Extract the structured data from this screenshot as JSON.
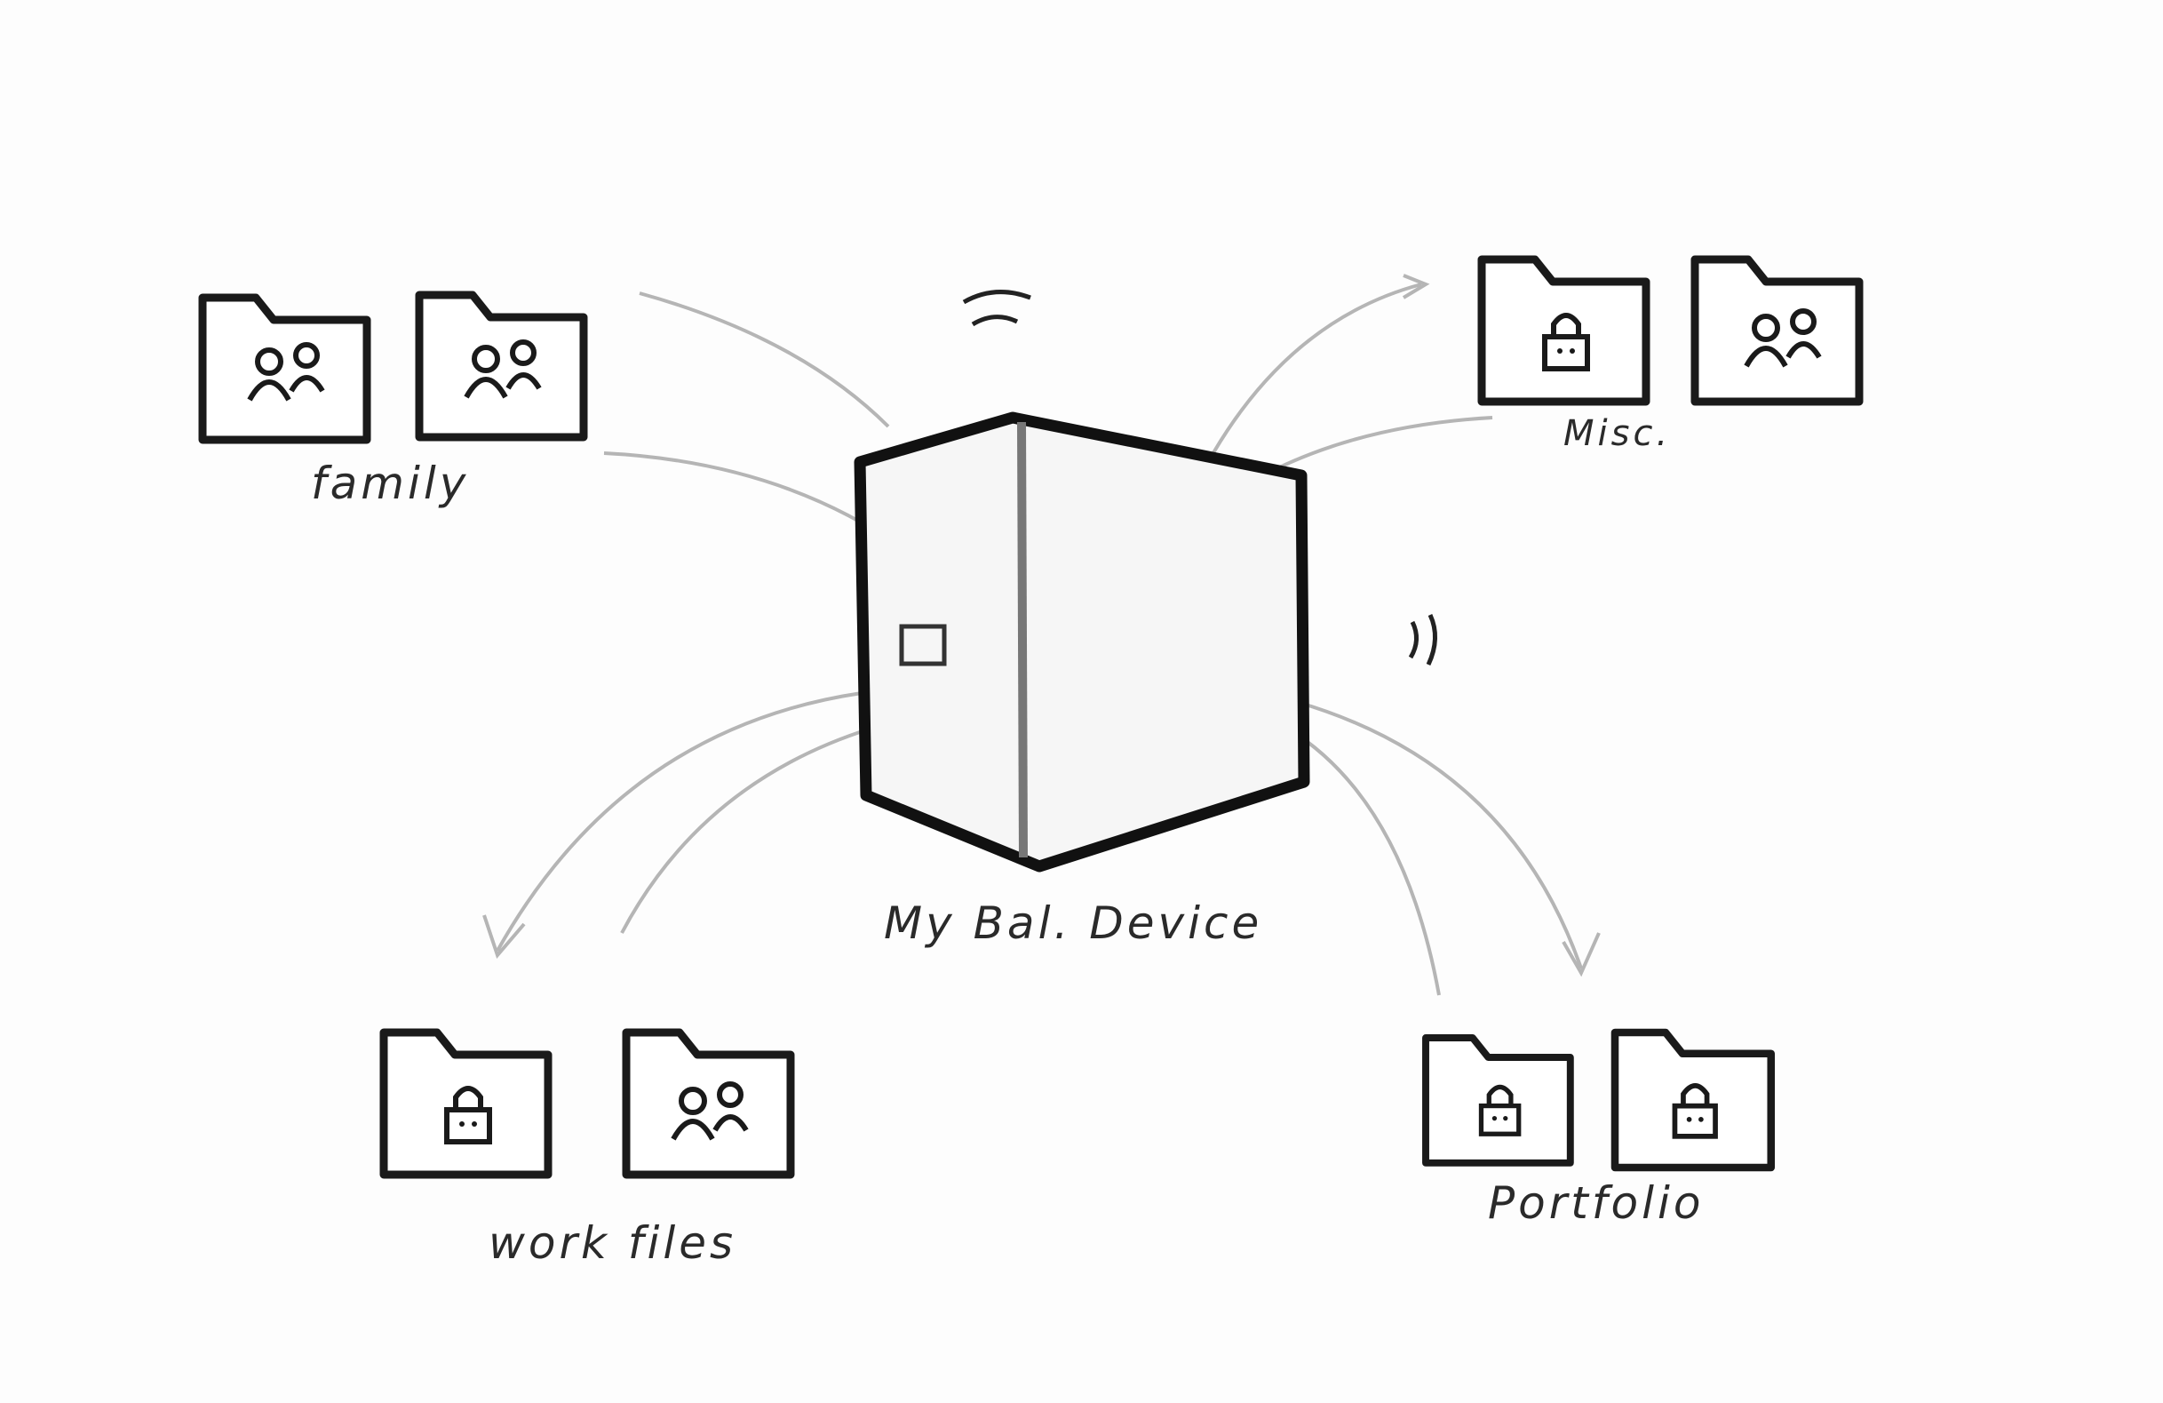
{
  "device": {
    "label": "My Bal. Device",
    "icon": "storage-device-icon"
  },
  "groups": [
    {
      "label": "family",
      "folders": [
        {
          "icon": "people-icon"
        },
        {
          "icon": "people-icon"
        }
      ]
    },
    {
      "label": "Misc.",
      "folders": [
        {
          "icon": "lock-icon"
        },
        {
          "icon": "people-icon"
        }
      ]
    },
    {
      "label": "work files",
      "folders": [
        {
          "icon": "lock-icon"
        },
        {
          "icon": "people-icon"
        }
      ]
    },
    {
      "label": "Portfolio",
      "folders": [
        {
          "icon": "lock-icon"
        },
        {
          "icon": "lock-icon"
        }
      ]
    }
  ],
  "colors": {
    "ink": "#1a1a1a",
    "pencil": "#b5b5b5",
    "paper": "#fdfdfd"
  }
}
